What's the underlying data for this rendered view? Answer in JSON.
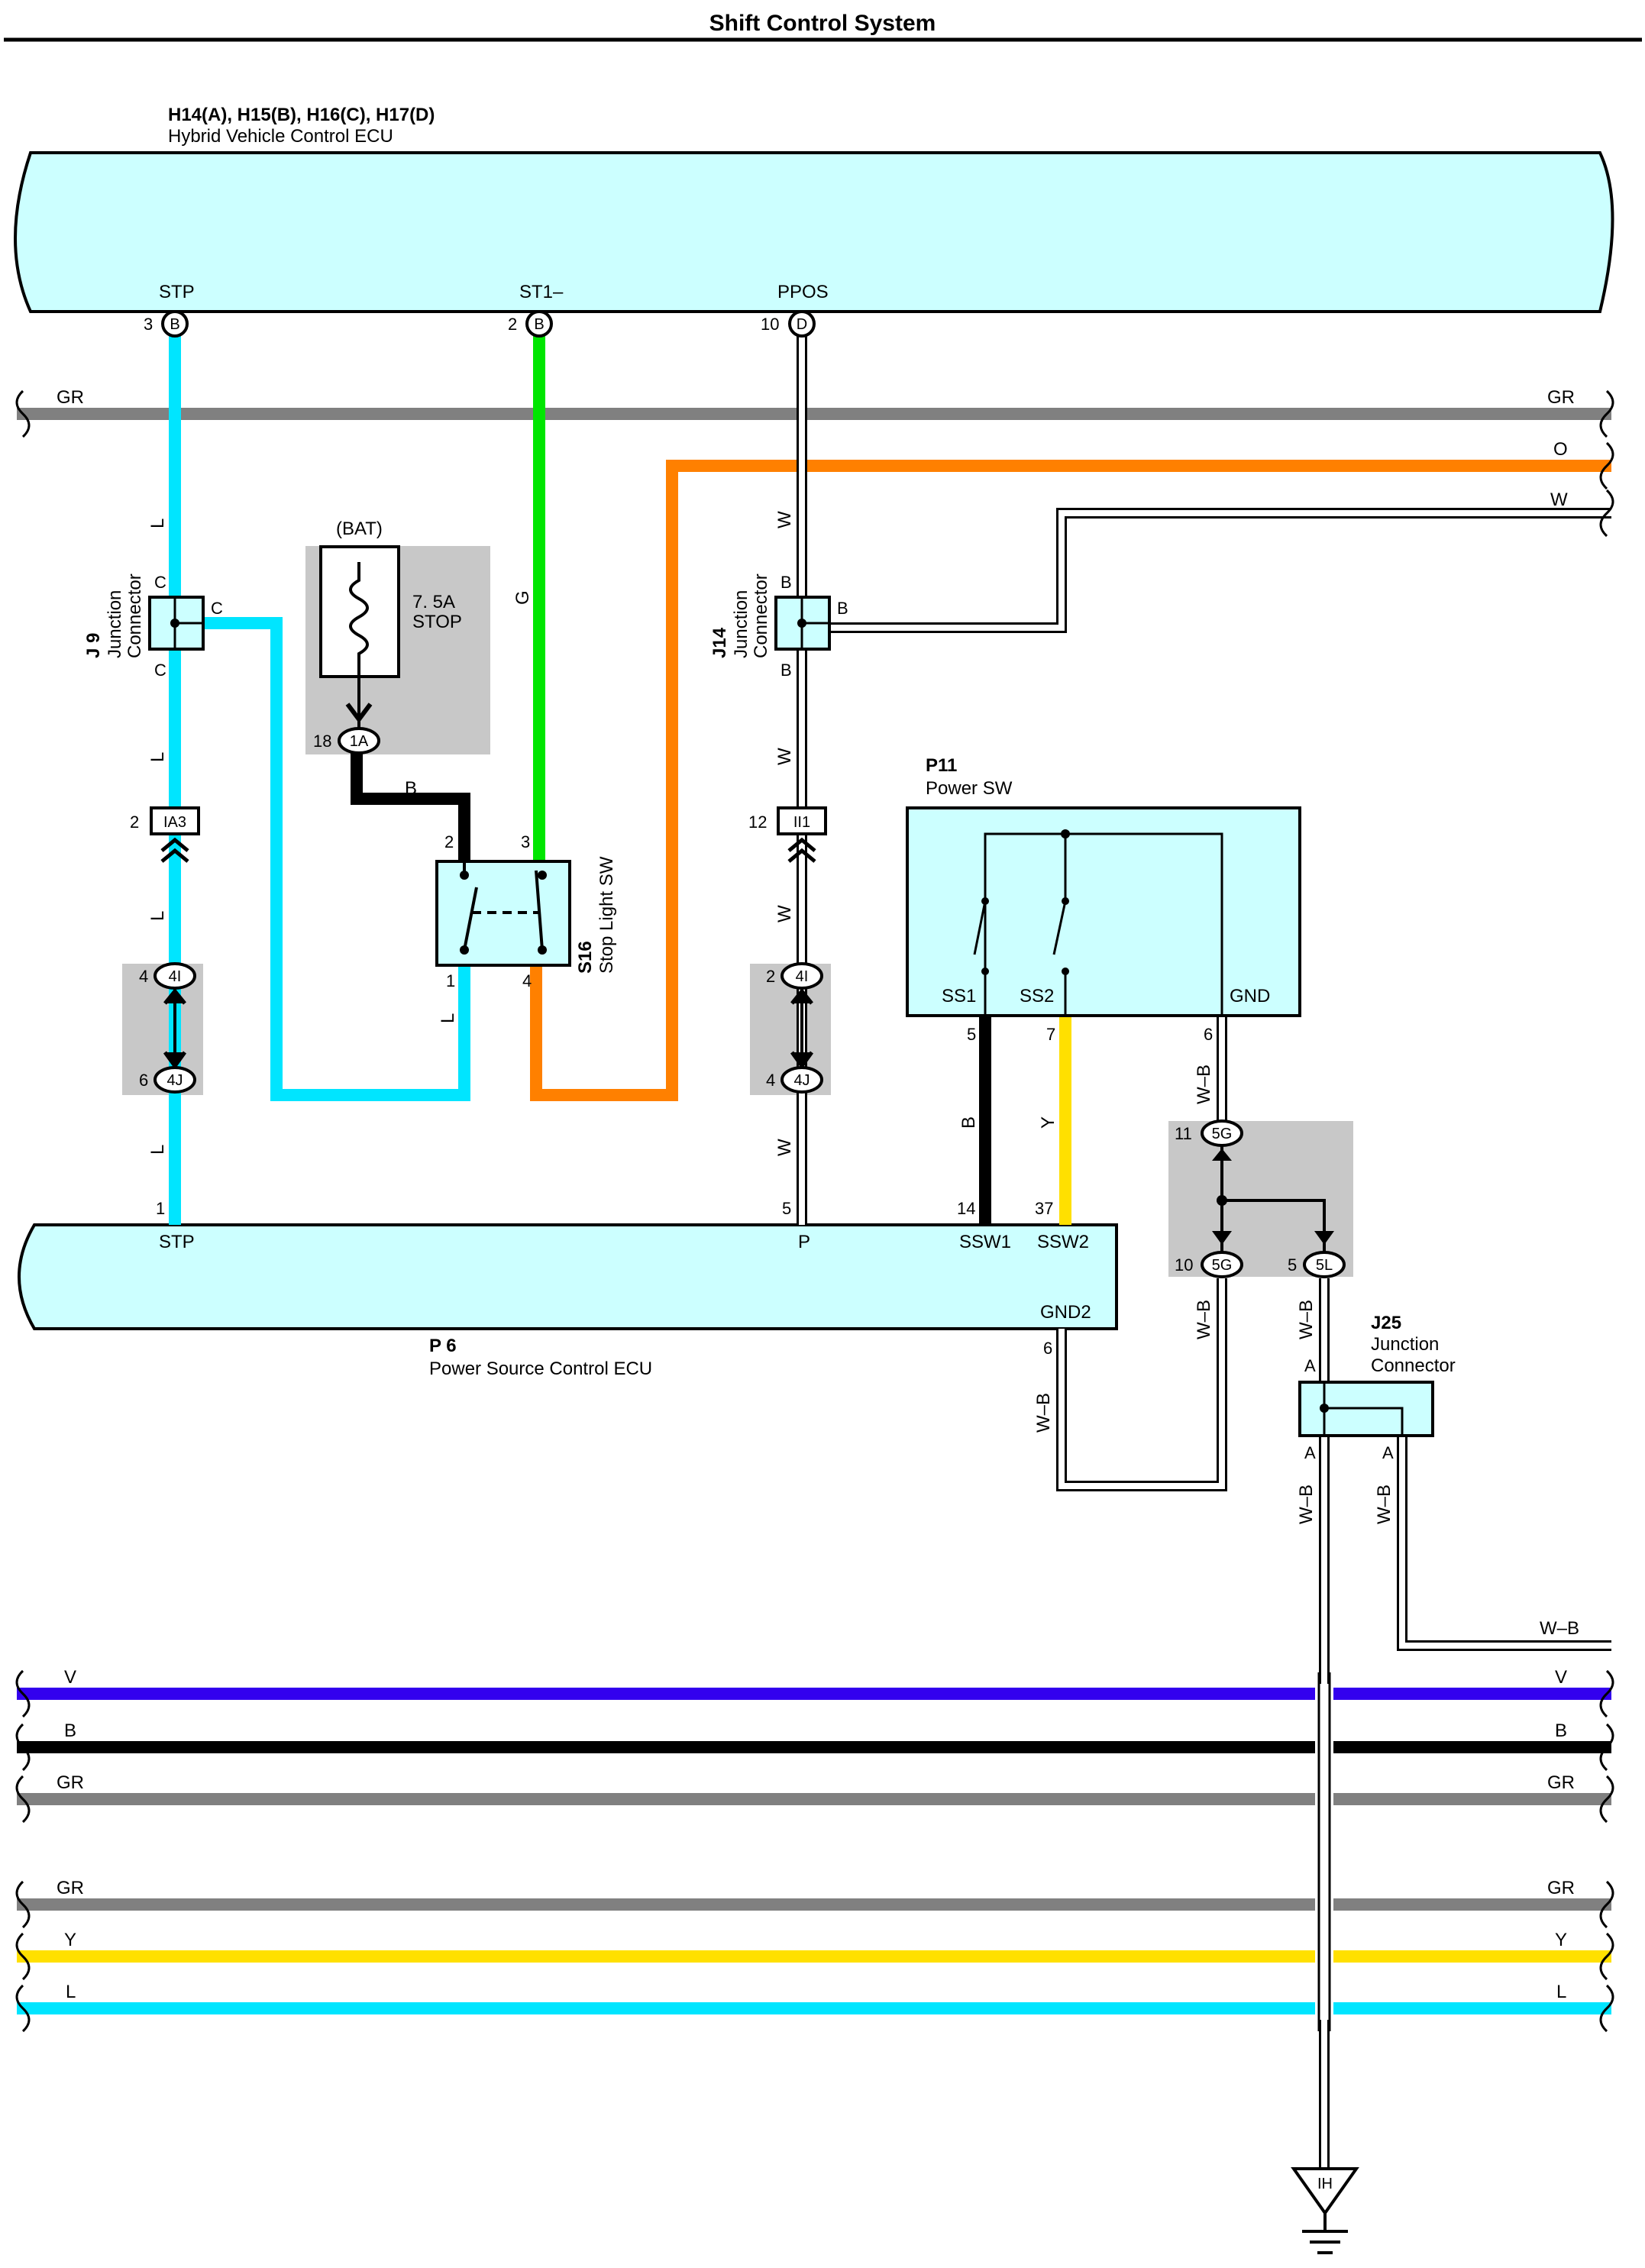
{
  "title": "Shift Control System",
  "colors": {
    "L": "#00e5ff",
    "G": "#00e600",
    "O": "#ff8000",
    "GR": "#808080",
    "V": "#3300ee",
    "B": "#000000",
    "Y": "#ffe000",
    "W": "#ffffff",
    "WB": "#ffffff",
    "ecu_fill": "#ccffff",
    "box_fill": "#c8c8c8"
  },
  "hv_ecu": {
    "code": "H14(A), H15(B), H16(C), H17(D)",
    "name": "Hybrid Vehicle Control ECU",
    "pins": [
      {
        "label": "STP",
        "num": "3",
        "conn": "B"
      },
      {
        "label": "ST1–",
        "num": "2",
        "conn": "B"
      },
      {
        "label": "PPOS",
        "num": "10",
        "conn": "D"
      }
    ]
  },
  "ps_ecu": {
    "code": "P 6",
    "name": "Power Source Control ECU",
    "pins": [
      {
        "label": "STP",
        "num": "1"
      },
      {
        "label": "P",
        "num": "5"
      },
      {
        "label": "SSW1",
        "num": "14"
      },
      {
        "label": "SSW2",
        "num": "37"
      },
      {
        "label": "GND2",
        "num": "6"
      }
    ]
  },
  "j9": {
    "code": "J 9",
    "name1": "Junction",
    "name2": "Connector",
    "top": "C",
    "bottom": "C",
    "side": "C"
  },
  "j14": {
    "code": "J14",
    "name1": "Junction",
    "name2": "Connector",
    "top": "B",
    "bottom": "B",
    "side": "B"
  },
  "j25": {
    "code": "J25",
    "name1": "Junction",
    "name2": "Connector",
    "top": "A",
    "bottom_left": "A",
    "bottom_right": "A"
  },
  "fuse": {
    "source": "(BAT)",
    "rating": "7. 5A",
    "name": "STOP",
    "pin": "18",
    "conn": "1A"
  },
  "stop_sw": {
    "code": "S16",
    "name": "Stop Light SW",
    "pins": [
      "2",
      "3",
      "1",
      "4"
    ]
  },
  "power_sw": {
    "code": "P11",
    "name": "Power SW",
    "labels": [
      "SS1",
      "SS2",
      "GND"
    ],
    "pins": [
      "5",
      "7",
      "6"
    ]
  },
  "conn_ia3": {
    "num": "2",
    "label": "IA3"
  },
  "conn_ii1": {
    "num": "12",
    "label": "II1"
  },
  "splice_left": {
    "top_num": "4",
    "top": "4I",
    "bottom_num": "6",
    "bottom": "4J"
  },
  "splice_mid": {
    "top_num": "2",
    "top": "4I",
    "bottom_num": "4",
    "bottom": "4J"
  },
  "splice_right": {
    "top_num": "11",
    "top": "5G",
    "bl_num": "10",
    "bl": "5G",
    "br_num": "5",
    "br": "5L"
  },
  "ground": {
    "label": "IH"
  },
  "wires": {
    "gr_top_left": "GR",
    "gr_top_right": "GR",
    "o_right": "O",
    "w_right": "W",
    "l1": "L",
    "l2": "L",
    "l3": "L",
    "l4": "L",
    "l5": "L",
    "g": "G",
    "b": "B",
    "w1": "W",
    "w2": "W",
    "w3": "W",
    "w4": "W",
    "b_ssw1": "B",
    "y_ssw2": "Y",
    "wb1": "W–B",
    "wb2": "W–B",
    "wb3": "W–B",
    "wb4": "W–B",
    "wb5": "W–B",
    "wb6": "W–B",
    "wb_right": "W–B"
  },
  "bus": [
    {
      "left": "V",
      "right": "V"
    },
    {
      "left": "B",
      "right": "B"
    },
    {
      "left": "GR",
      "right": "GR"
    },
    {
      "left": "GR",
      "right": "GR"
    },
    {
      "left": "Y",
      "right": "Y"
    },
    {
      "left": "L",
      "right": "L"
    }
  ]
}
